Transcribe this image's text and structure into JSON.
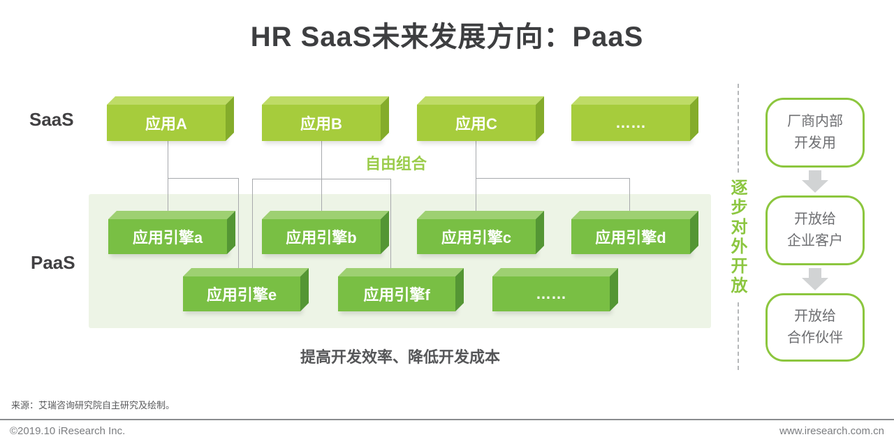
{
  "title": "HR SaaS未来发展方向：PaaS",
  "left_labels": {
    "saas": "SaaS",
    "paas": "PaaS"
  },
  "saas_apps": [
    "应用A",
    "应用B",
    "应用C",
    "……"
  ],
  "engines_row1": [
    "应用引擎a",
    "应用引擎b",
    "应用引擎c",
    "应用引擎d"
  ],
  "engines_row2": [
    "应用引擎e",
    "应用引擎f",
    "……"
  ],
  "annotations": {
    "free_combination": "自由组合",
    "benefit": "提高开发效率、降低开发成本"
  },
  "rollout": {
    "axis_label": "逐步对外开放",
    "stages": [
      {
        "line1": "厂商内部",
        "line2": "开发用"
      },
      {
        "line1": "开放给",
        "line2": "企业客户"
      },
      {
        "line1": "开放给",
        "line2": "合作伙伴"
      }
    ]
  },
  "footer": {
    "source": "来源：艾瑞咨询研究院自主研究及绘制。",
    "copyright": "©2019.10 iResearch Inc.",
    "website": "www.iresearch.com.cn"
  },
  "colors": {
    "saas_box_face": "#a6cc3c",
    "saas_box_top": "#bedb66",
    "saas_box_side": "#84ac2b",
    "engine_box_face": "#79bf44",
    "engine_box_top": "#9ed072",
    "engine_box_side": "#549634",
    "accent_green": "#8cc640",
    "paas_area_bg": "#edf4e6",
    "connector_gray": "#a7a9ac",
    "text_gray": "#58595b"
  }
}
